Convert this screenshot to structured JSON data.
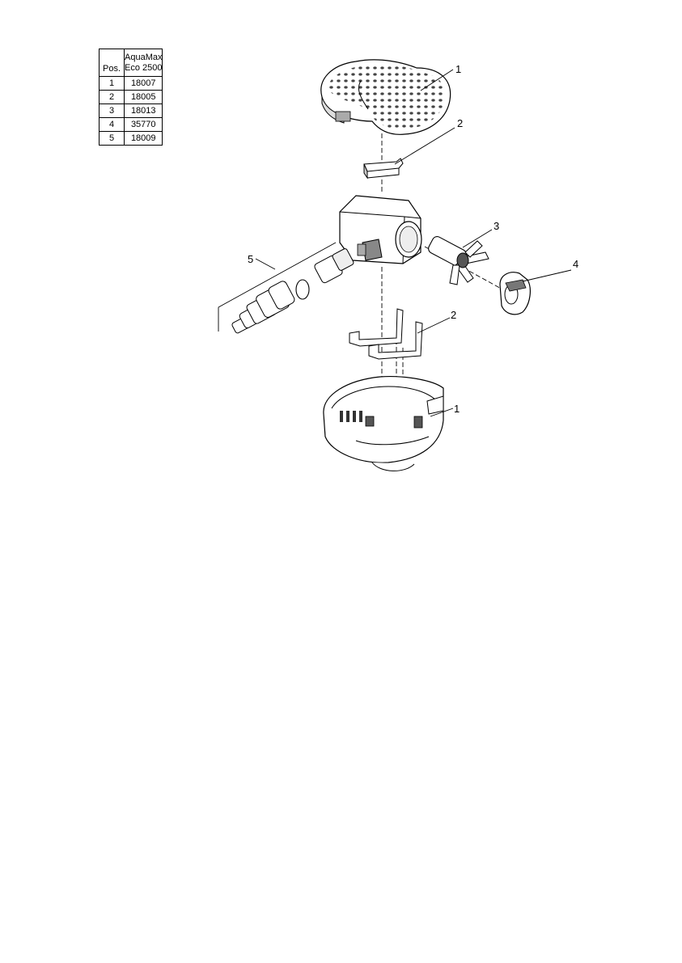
{
  "table": {
    "header_pos": "Pos.",
    "header_model_line1": "AquaMax",
    "header_model_line2": "Eco 2500",
    "rows": [
      {
        "pos": "1",
        "part": "18007"
      },
      {
        "pos": "2",
        "part": "18005"
      },
      {
        "pos": "3",
        "part": "18013"
      },
      {
        "pos": "4",
        "part": "35770"
      },
      {
        "pos": "5",
        "part": "18009"
      }
    ]
  },
  "callouts": {
    "top_cover": "1",
    "top_seal": "2",
    "impeller": "3",
    "bearing_cap": "4",
    "hose_set": "5",
    "bottom_seals": "2",
    "bottom_housing": "1"
  }
}
